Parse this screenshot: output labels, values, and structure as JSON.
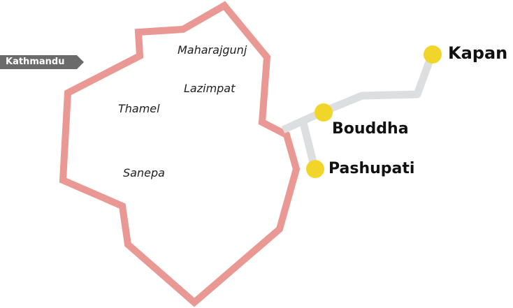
{
  "city_tag": {
    "label": "Kathmandu",
    "color": "#6b6b6b"
  },
  "boundary_color": "#e99893",
  "route_color": "#dddee0",
  "stop_color": "#f2d52a",
  "areas": [
    "Maharajgunj",
    "Lazimpat",
    "Thamel",
    "Sanepa"
  ],
  "stops": [
    "Kapan",
    "Bouddha",
    "Pashupati"
  ]
}
